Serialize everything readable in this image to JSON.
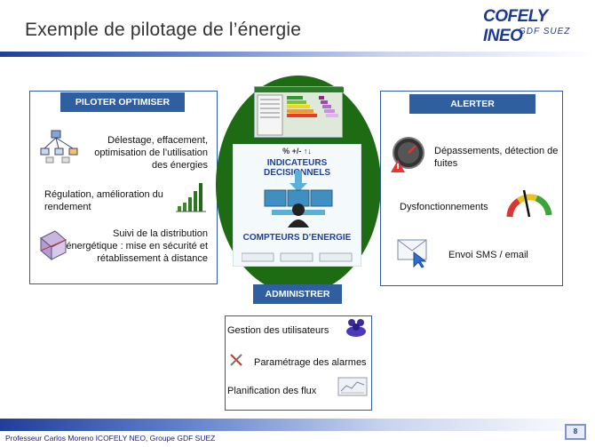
{
  "title": "Exemple de pilotage de l’énergie",
  "logo": {
    "main": "COFELY INEO",
    "sub": "GDF SUEZ"
  },
  "left_panel": {
    "header": "PILOTER OPTIMISER",
    "items": [
      "Délestage, effacement, optimisation de l’utilisation des énergies",
      "Régulation, amélioration du rendement",
      "Suivi de la distribution énergétique : mise en sécurité et rétablissement à distance"
    ]
  },
  "right_panel": {
    "header": "ALERTER",
    "items": [
      "Dépassements, détection de fuites",
      "Dysfonctionnements",
      "Envoi SMS / email"
    ]
  },
  "center": {
    "symbols": "% +/- ↑↓",
    "indicators": "INDICATEURS DECISIONNELS",
    "meters": "COMPTEURS D’ENERGIE"
  },
  "bottom_panel": {
    "header": "ADMINISTRER",
    "items": [
      "Gestion des  utilisateurs",
      "Paramétrage des alarmes",
      "Planification des flux"
    ]
  },
  "footer": {
    "text": "Professeur Carlos Moreno ICOFELY NEO, Groupe GDF SUEZ",
    "page": "8"
  },
  "colors": {
    "header_blue": "#2f5f9e",
    "center_green": "#1d6b12",
    "title_blue": "#1e3f9a"
  }
}
